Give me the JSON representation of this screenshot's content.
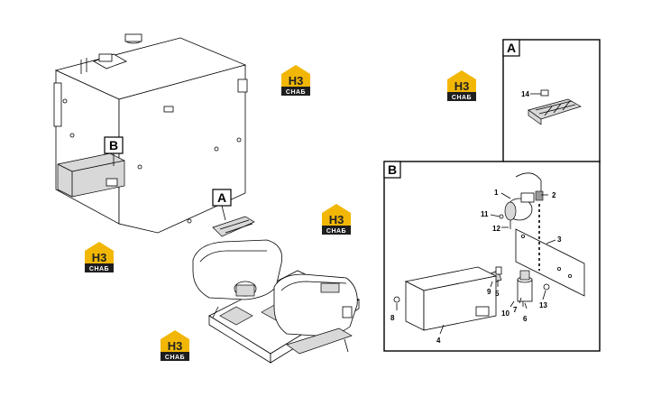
{
  "callouts": {
    "detail_a_box_label": "A",
    "detail_b_box_label": "B",
    "main_a_label": "A",
    "main_b_label": "B"
  },
  "watermark": {
    "text": "CHAБ",
    "symbol": "H3",
    "colors": {
      "roof": "#f2b705",
      "band": "#1e1e1e"
    }
  },
  "part_numbers": {
    "p1": "1",
    "p2": "2",
    "p3": "3",
    "p4": "4",
    "p5": "5",
    "p6": "6",
    "p7": "7",
    "p8": "8",
    "p9": "9",
    "p10": "10",
    "p11": "11",
    "p12": "12",
    "p13": "13",
    "p14": "14"
  }
}
